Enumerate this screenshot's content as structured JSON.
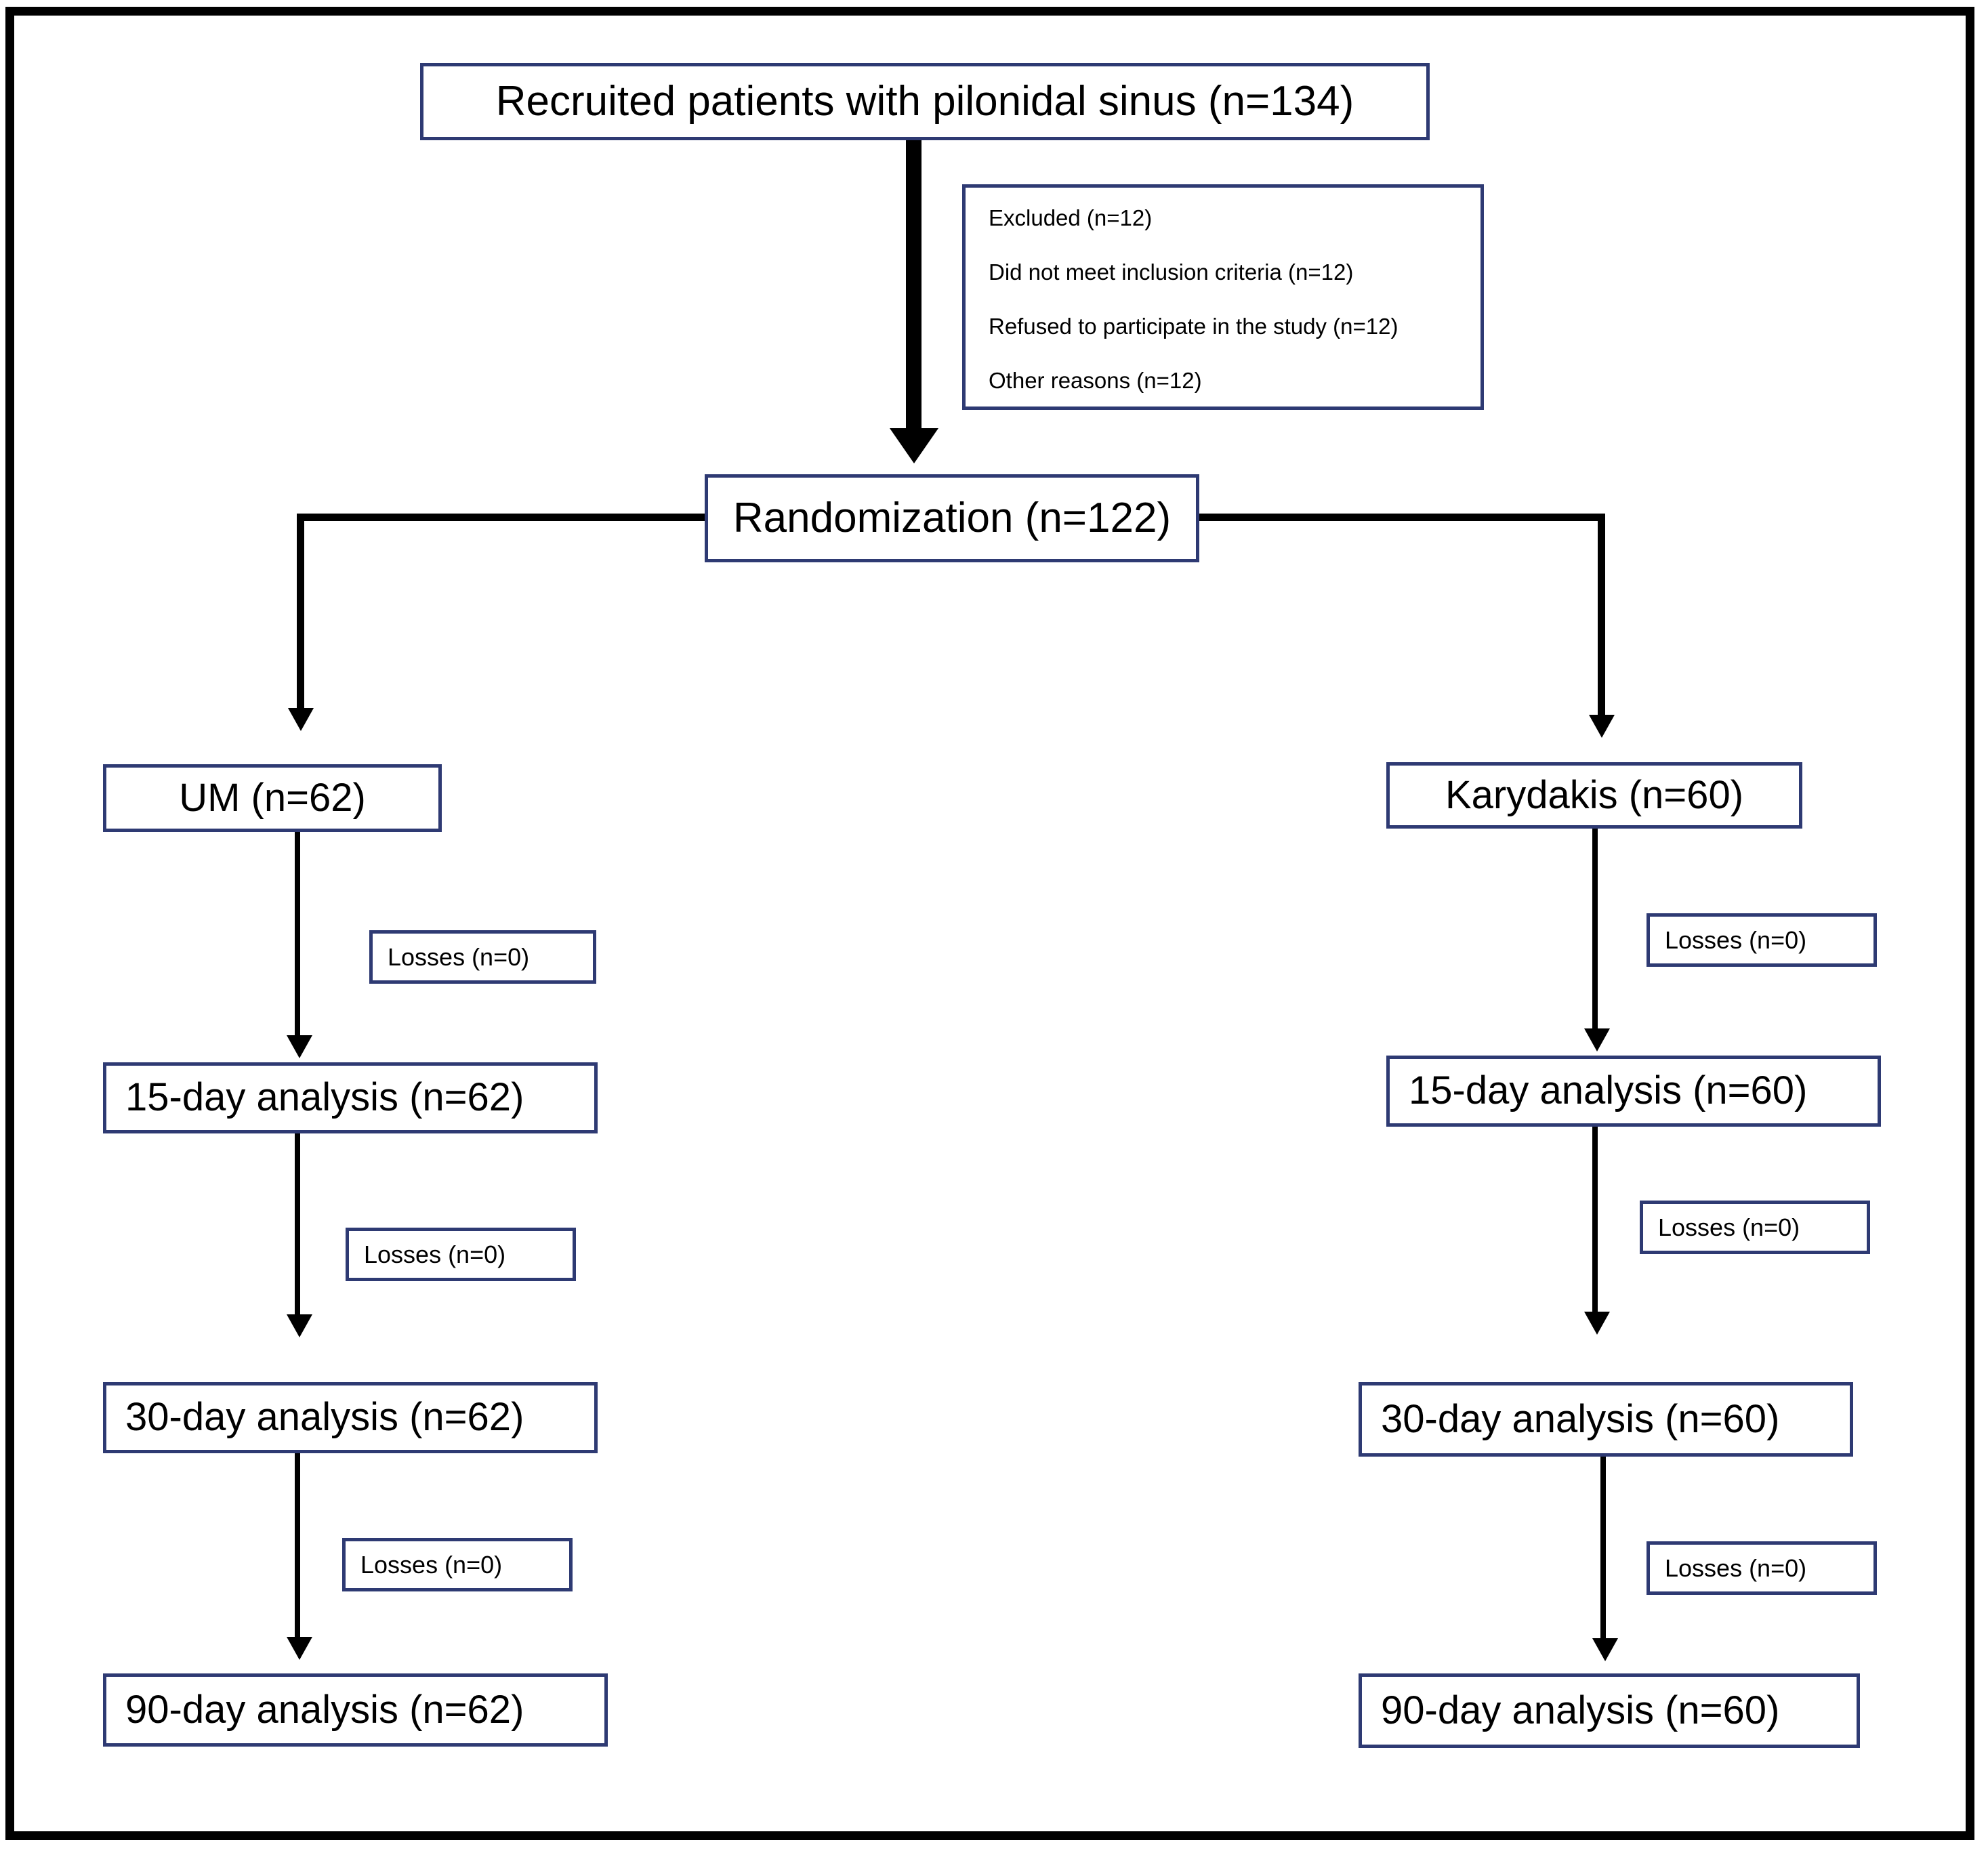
{
  "diagram": {
    "title": "CONSORT patient flow diagram",
    "colors": {
      "box_border": "#2e3a73",
      "frame": "#000000",
      "connector": "#000000",
      "background": "#ffffff"
    },
    "nodes": {
      "recruited": "Recruited patients with pilonidal sinus (n=134)",
      "randomization": "Randomization (n=122)",
      "arm_left": "UM (n=62)",
      "arm_right": "Karydakis (n=60)",
      "left_15": "15-day analysis (n=62)",
      "left_30": "30-day analysis (n=62)",
      "left_90": "90-day analysis (n=62)",
      "right_15": "15-day analysis (n=60)",
      "right_30": "30-day analysis (n=60)",
      "right_90": "90-day analysis (n=60)"
    },
    "excluded": {
      "lines": [
        "Excluded (n=12)",
        "Did not meet inclusion criteria (n=12)",
        "Refused to participate in the study (n=12)",
        "Other reasons (n=12)"
      ]
    },
    "losses": {
      "left_1": "Losses (n=0)",
      "left_2": "Losses (n=0)",
      "left_3": "Losses (n=0)",
      "right_1": "Losses (n=0)",
      "right_2": "Losses (n=0)",
      "right_3": "Losses (n=0)"
    }
  }
}
